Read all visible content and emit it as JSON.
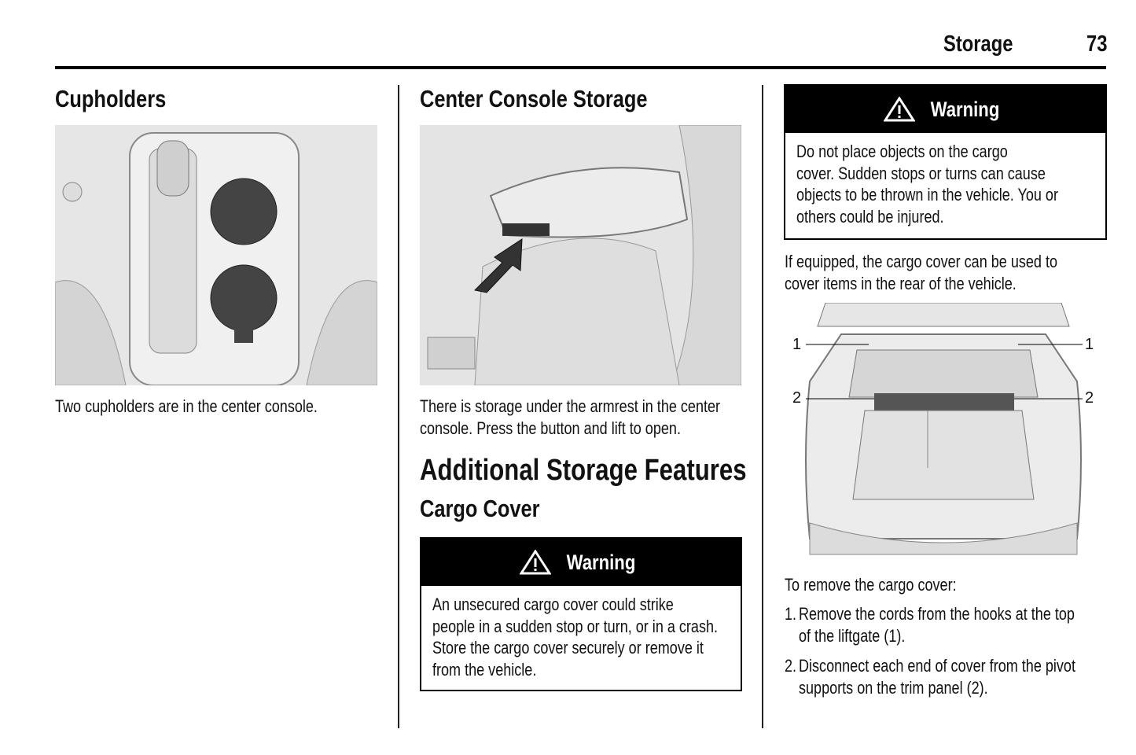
{
  "header": {
    "section": "Storage",
    "page_number": "73"
  },
  "col1": {
    "heading": "Cupholders",
    "figure_icon": "cupholders-illustration",
    "caption": "Two cupholders are in the center console."
  },
  "col2": {
    "heading": "Center Console Storage",
    "figure_icon": "armrest-storage-illustration",
    "text_lines": [
      "There is storage under the armrest in the center",
      "console. Press the button and lift to open."
    ],
    "section_title": "Additional Storage Features",
    "subsection_title": "Cargo Cover",
    "warning": {
      "title": "Warning",
      "icon": "warning-triangle-icon",
      "lines": [
        "An unsecured cargo cover could strike",
        "people in a sudden stop or turn, or in a crash.",
        "Store the cargo cover securely or remove it",
        "from the vehicle."
      ]
    }
  },
  "col3": {
    "warning": {
      "title": "Warning",
      "icon": "warning-triangle-icon",
      "lines": [
        "Do not place objects on the cargo",
        "cover. Sudden stops or turns can cause",
        "objects to be thrown in the vehicle. You or",
        "others could be injured."
      ]
    },
    "intro_lines": [
      "If equipped, the cargo cover can be used to",
      "cover items in the rear of the vehicle."
    ],
    "figure_icon": "cargo-cover-illustration",
    "callouts": [
      "1",
      "1",
      "2",
      "2"
    ],
    "remove_intro": "To remove the cargo cover:",
    "steps": [
      {
        "num": "1.",
        "lines": [
          "Remove the cords from the hooks at the top",
          "of the liftgate (1)."
        ]
      },
      {
        "num": "2.",
        "lines": [
          "Disconnect each end of cover from the pivot",
          "supports on the trim panel (2)."
        ]
      }
    ]
  }
}
